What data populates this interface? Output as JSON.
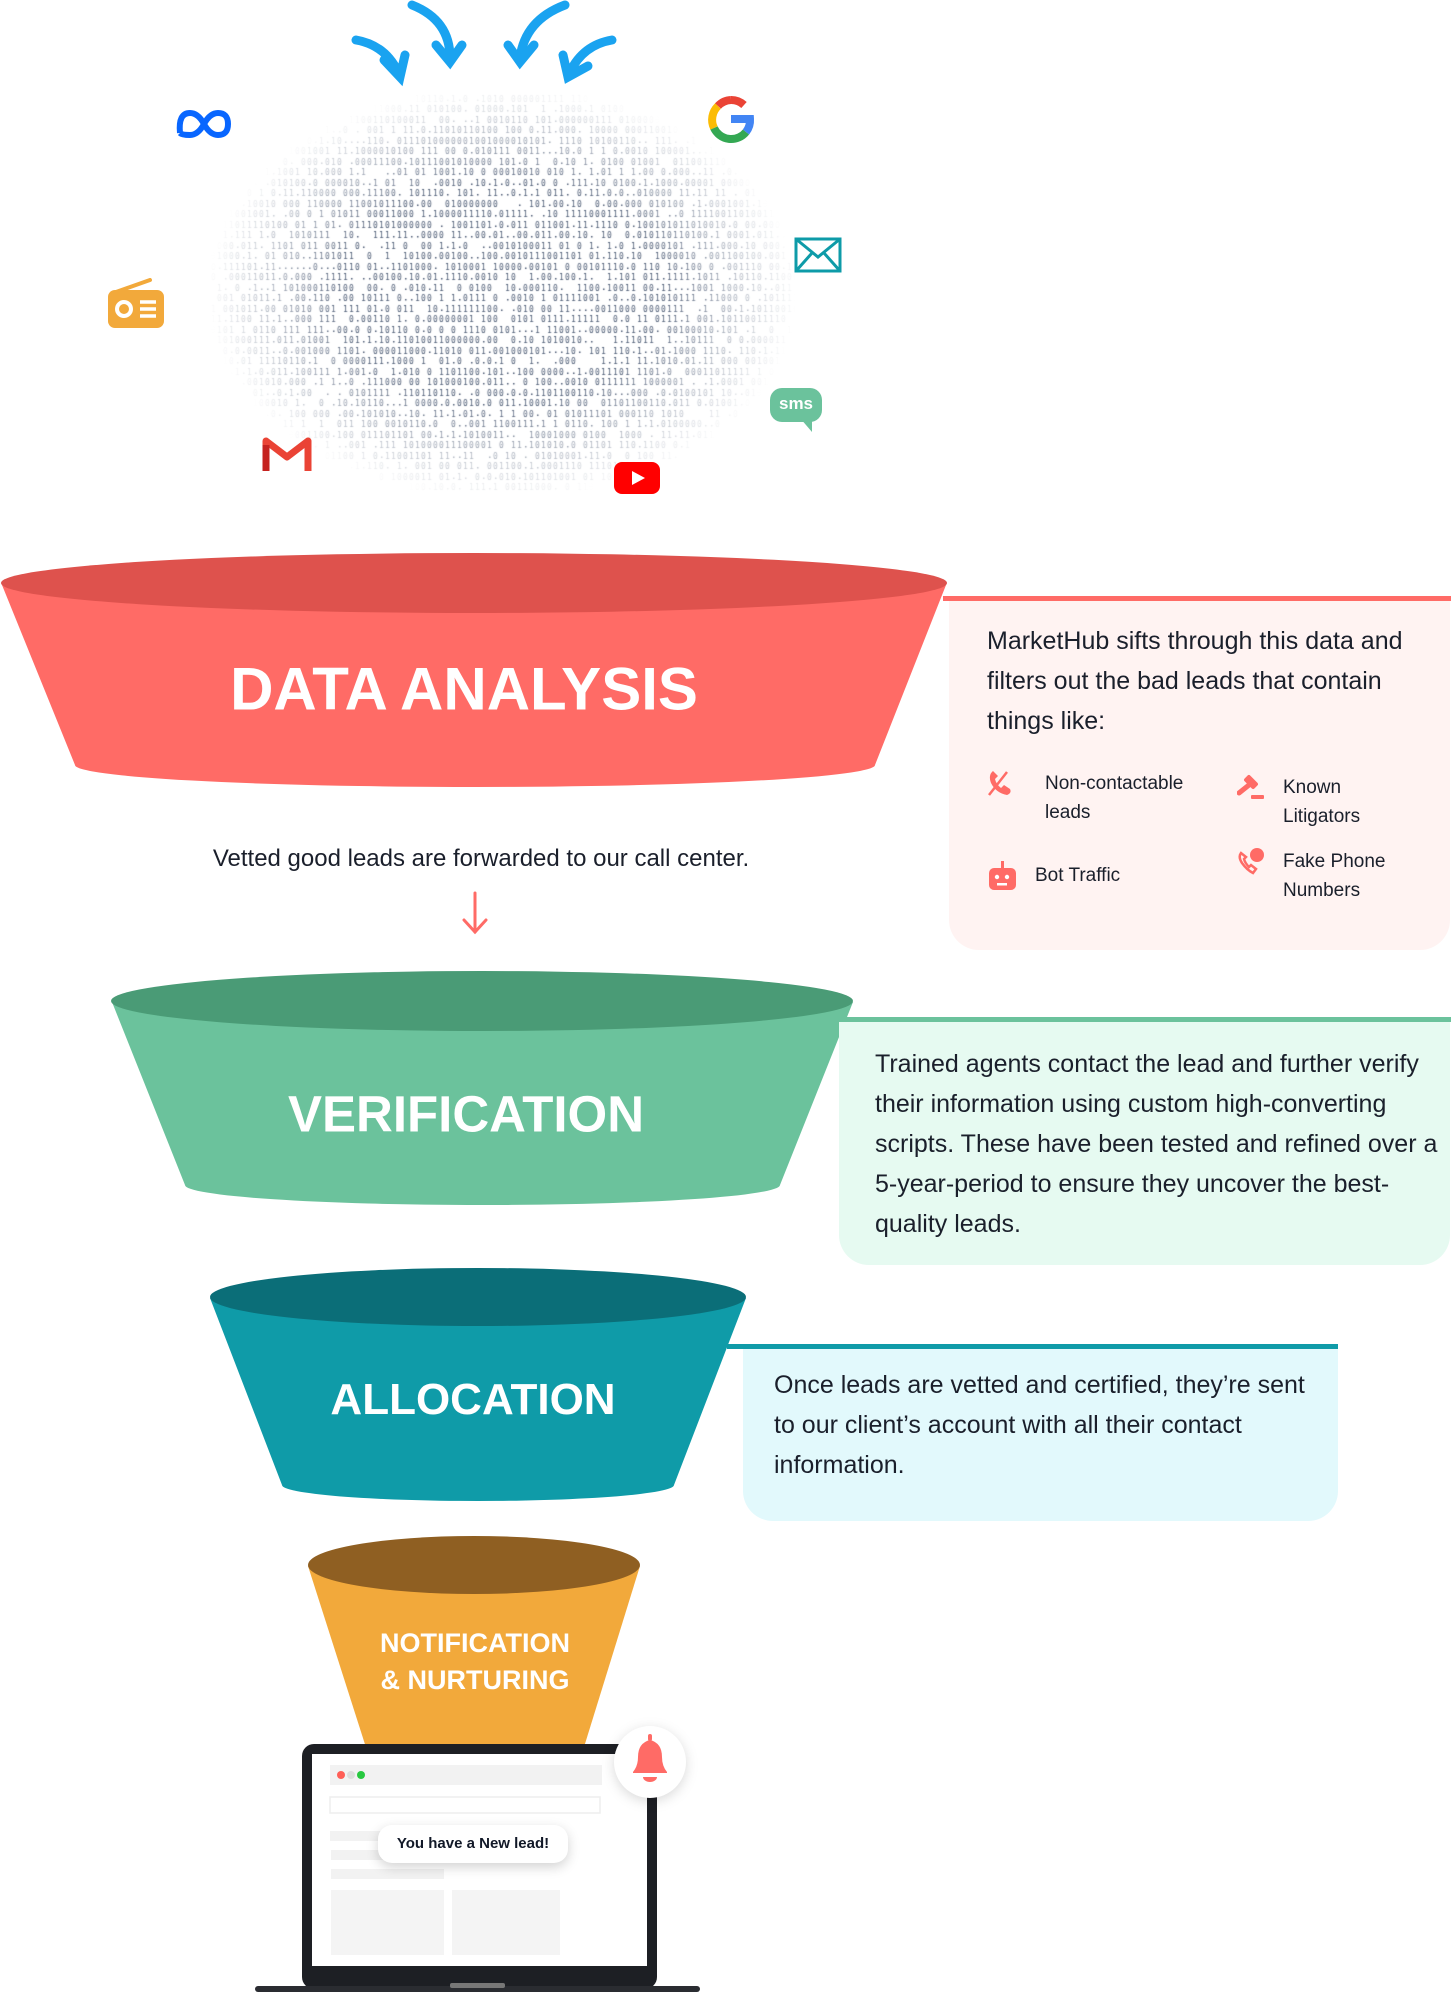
{
  "sources": {
    "icons": [
      "meta-icon",
      "google-icon",
      "email-icon",
      "radio-icon",
      "sms-icon",
      "gmail-icon",
      "youtube-icon"
    ],
    "sms_label": "sms"
  },
  "stages": [
    {
      "title": "DATA ANALYSIS",
      "color": "#FF6B66",
      "top_color": "#DE524D",
      "box_bg": "#FFF3F2"
    },
    {
      "title": "VERIFICATION",
      "color": "#6BC29C",
      "top_color": "#4A9B76",
      "box_bg": "#E6FAF1"
    },
    {
      "title": "ALLOCATION",
      "color": "#0F9BA8",
      "top_color": "#0B6E78",
      "box_bg": "#E2F9FC"
    },
    {
      "title_line1": "NOTIFICATION",
      "title_line2": "& NURTURING",
      "color": "#F2A93B",
      "top_color": "#8F5F22"
    }
  ],
  "data_analysis": {
    "description": "MarketHub sifts through this data and filters out the bad leads that contain things like:",
    "features": [
      {
        "icon": "phone-slash-icon",
        "label_line1": "Non-contactable",
        "label_line2": "leads"
      },
      {
        "icon": "gavel-icon",
        "label_line1": "Known",
        "label_line2": "Litigators"
      },
      {
        "icon": "robot-icon",
        "label_line1": "Bot Traffic"
      },
      {
        "icon": "fake-phone-icon",
        "label_line1": "Fake Phone",
        "label_line2": "Numbers"
      }
    ]
  },
  "forward_note": "Vetted good leads are forwarded to our call center.",
  "verification": {
    "description": "Trained agents contact the lead and further verify their information using custom high-converting scripts. These have been tested and refined over a 5-year-period to ensure they uncover the best-quality leads."
  },
  "allocation": {
    "description": "Once leads are vetted and certified, they’re sent to our client’s account with all their contact information."
  },
  "notification": {
    "toast": "You have a New lead!"
  }
}
